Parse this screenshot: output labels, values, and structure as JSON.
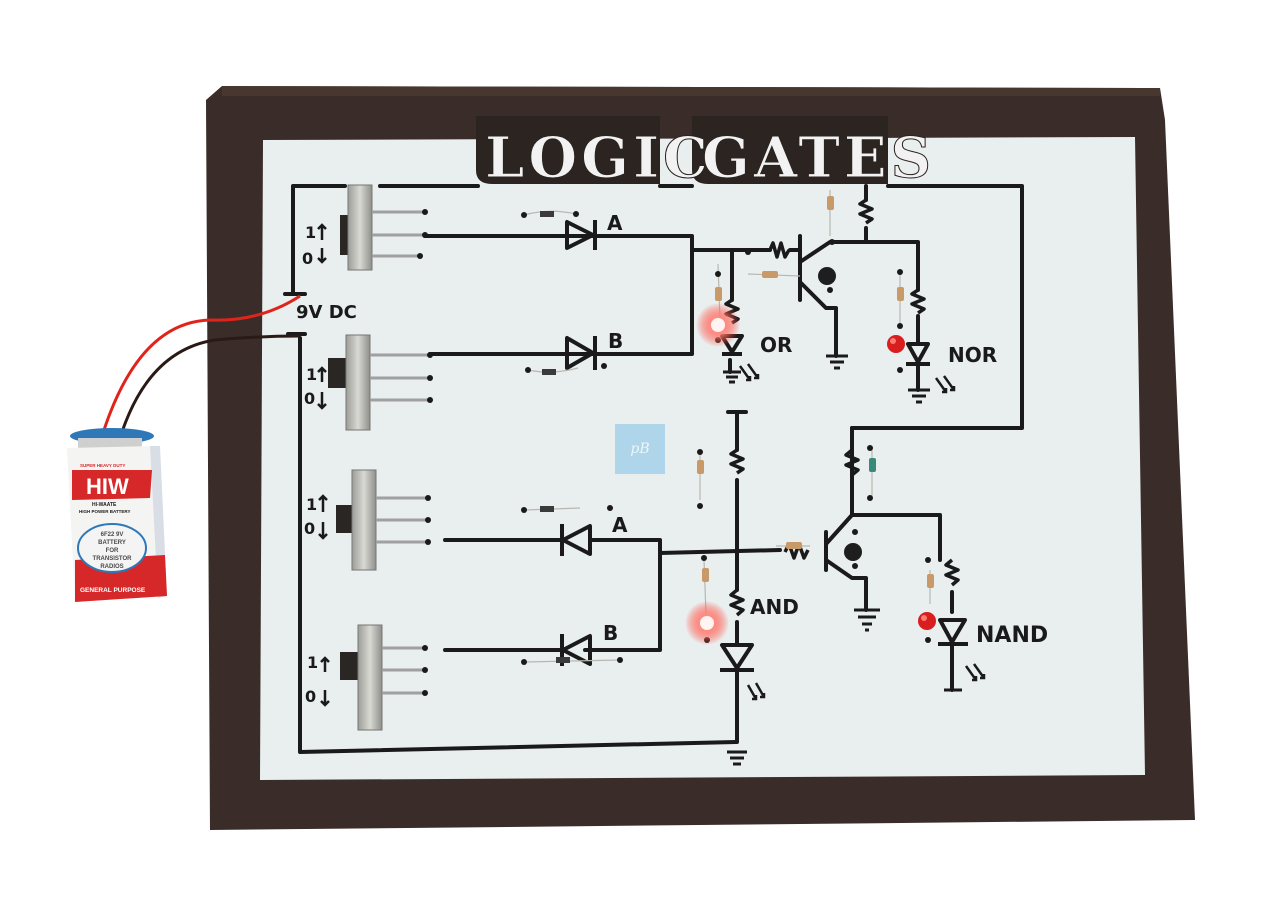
{
  "title": {
    "word1": "LOGIC",
    "word2": "GATES"
  },
  "power": {
    "label": "9V DC"
  },
  "switches": [
    {
      "on_label": "1",
      "off_label": "0"
    },
    {
      "on_label": "1",
      "off_label": "0"
    },
    {
      "on_label": "1",
      "off_label": "0"
    },
    {
      "on_label": "1",
      "off_label": "0"
    }
  ],
  "diodes": {
    "or_a": "A",
    "or_b": "B",
    "and_a": "A",
    "and_b": "B"
  },
  "gates": {
    "or": {
      "label": "OR",
      "led_on": true
    },
    "nor": {
      "label": "NOR",
      "led_on": false
    },
    "and": {
      "label": "AND",
      "led_on": true
    },
    "nand": {
      "label": "NAND",
      "led_on": false
    }
  },
  "battery": {
    "tagline": "SUPER HEAVY DUTY",
    "brand": "HIW",
    "sub1": "HI-WAATE",
    "sub2": "HIGH POWER BATTERY",
    "desc1": "6F22 9V",
    "desc2": "BATTERY",
    "desc3": "FOR",
    "desc4": "TRANSISTOR",
    "desc5": "RADIOS",
    "footer": "GENERAL PURPOSE"
  },
  "watermark": "pB",
  "colors": {
    "board": "#3a2c28",
    "paper": "#e9eeee",
    "ink": "#1a1a1a",
    "led_on": "#ff3b2e",
    "led_off": "#d81e1e",
    "wire_red": "#e0241b",
    "wire_black": "#2a1a16",
    "battery_red": "#d62828",
    "battery_blue": "#2f78b8"
  }
}
